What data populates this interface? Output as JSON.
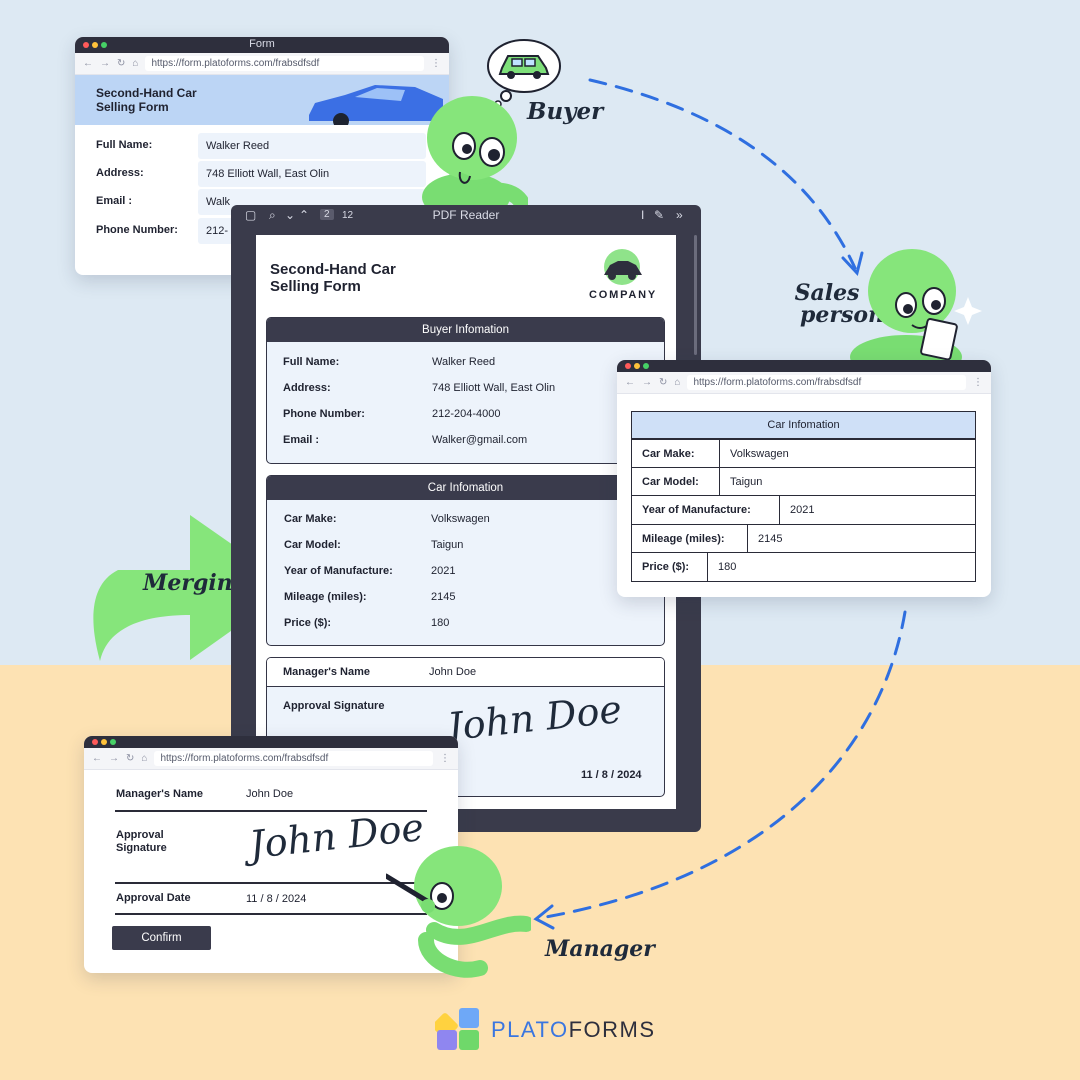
{
  "form_window": {
    "title": "Form",
    "url": "https://form.platoforms.com/frabsdfsdf",
    "heading": "Second-Hand Car\nSelling Form",
    "fields": [
      {
        "label": "Full Name:",
        "value": "Walker Reed"
      },
      {
        "label": "Address:",
        "value": "748 Elliott Wall, East Olin"
      },
      {
        "label": "Email :",
        "value": "Walk"
      },
      {
        "label": "Phone Number:",
        "value": "212-"
      }
    ]
  },
  "roles": {
    "buyer": "Buyer",
    "salesperson_line1": "Sales",
    "salesperson_line2": "person",
    "manager": "Manager",
    "merging": "Merging"
  },
  "pdf_reader": {
    "title": "PDF Reader",
    "page_current": "2",
    "page_total": "12",
    "doc_title": "Second-Hand Car\nSelling Form",
    "company": "COMPANY",
    "buyer_section": {
      "header": "Buyer Infomation",
      "rows": [
        {
          "label": "Full Name:",
          "value": "Walker Reed"
        },
        {
          "label": "Address:",
          "value": "748 Elliott Wall, East Olin"
        },
        {
          "label": "Phone Number:",
          "value": "212-204-4000"
        },
        {
          "label": "Email :",
          "value": "Walker@gmail.com"
        }
      ]
    },
    "car_section": {
      "header": "Car Infomation",
      "rows": [
        {
          "label": "Car Make:",
          "value": "Volkswagen"
        },
        {
          "label": "Car Model:",
          "value": "Taigun"
        },
        {
          "label": "Year of Manufacture:",
          "value": "2021"
        },
        {
          "label": "Mileage (miles):",
          "value": "2145"
        },
        {
          "label": "Price ($):",
          "value": "180"
        }
      ]
    },
    "approval": {
      "manager_label": "Manager's Name",
      "manager_value": "John Doe",
      "signature_label": "Approval Signature",
      "signature": "John Doe",
      "date": "11 / 8 / 2024"
    }
  },
  "sales_window": {
    "url": "https://form.platoforms.com/frabsdfsdf",
    "header": "Car Infomation",
    "rows": [
      {
        "label": "Car Make:",
        "value": "Volkswagen"
      },
      {
        "label": "Car Model:",
        "value": "Taigun"
      },
      {
        "label": "Year of Manufacture:",
        "value": "2021"
      },
      {
        "label": "Mileage (miles):",
        "value": "2145"
      },
      {
        "label": "Price ($):",
        "value": "180"
      }
    ]
  },
  "manager_window": {
    "url": "https://form.platoforms.com/frabsdfsdf",
    "manager_label": "Manager's Name",
    "manager_value": "John Doe",
    "signature_label": "Approval\nSignature",
    "signature": "John Doe",
    "date_label": "Approval Date",
    "date_value": "11 / 8 / 2024",
    "confirm": "Confirm"
  },
  "brand": {
    "plato": "PLATO",
    "forms": "FORMS"
  },
  "colors": {
    "top_bg": "#dde9f3",
    "bottom_bg": "#fde2b3",
    "accent_blue": "#3a76e0",
    "alien_green": "#7ee07a",
    "dark": "#2e2f3d"
  }
}
